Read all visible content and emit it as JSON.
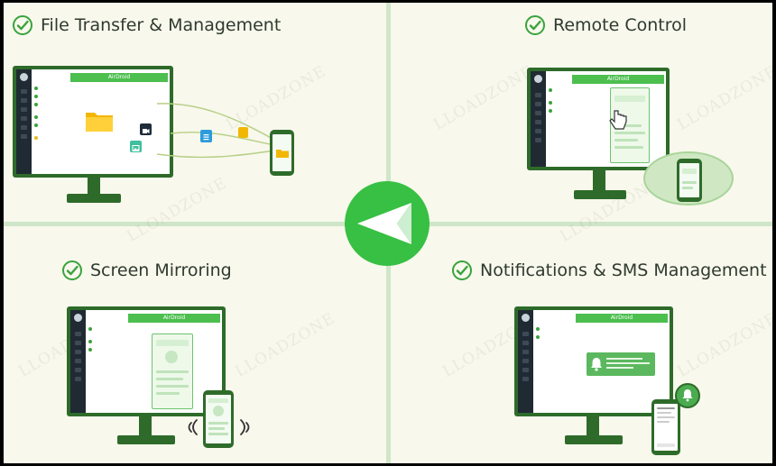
{
  "panels": {
    "file_transfer": {
      "title": "File Transfer & Management"
    },
    "remote_control": {
      "title": "Remote Control"
    },
    "screen_mirroring": {
      "title": "Screen Mirroring"
    },
    "notifications": {
      "title": "Notifications & SMS Management"
    }
  },
  "app_name": "AirDroid",
  "watermark": "LLOADZONE",
  "icons": {
    "check": "check-circle-icon",
    "logo": "airdroid-paper-plane-logo",
    "folder": "folder-icon",
    "video": "video-file-icon",
    "document": "document-file-icon",
    "image": "image-file-icon",
    "cursor": "hand-cursor-icon",
    "bell": "bell-icon",
    "vibrate": "vibration-waves-icon"
  },
  "colors": {
    "background": "#f8f8ec",
    "brand_green": "#37c043",
    "monitor_green": "#2e6b2a",
    "header_green": "#4cbf4f",
    "divider": "#cfe6c8",
    "text": "#2f3a2f"
  }
}
